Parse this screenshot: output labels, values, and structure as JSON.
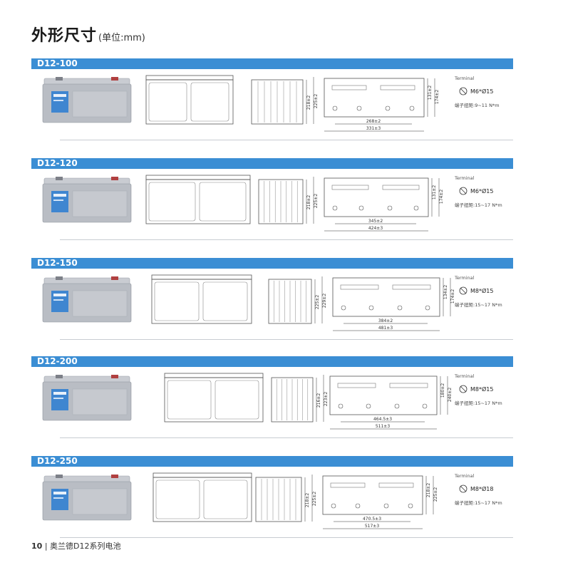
{
  "page": {
    "title": "外形尺寸",
    "unit": "(单位:mm)",
    "footer_page": "10",
    "footer_sep": "|",
    "footer_text": "奥兰德D12系列电池"
  },
  "terminal_label": "Terminal",
  "torque_label": "端子扭矩:",
  "models": [
    {
      "name": "D12-100",
      "terminal": "M6*Ø15",
      "torque": "9~11 N*m",
      "dims": [
        "218±2",
        "225±2",
        "131±2",
        "174±2",
        "268±2",
        "331±3"
      ]
    },
    {
      "name": "D12-120",
      "terminal": "M6*Ø15",
      "torque": "15~17 N*m",
      "dims": [
        "218±2",
        "225±2",
        "131±2",
        "174±2",
        "345±2",
        "424±3"
      ]
    },
    {
      "name": "D12-150",
      "terminal": "M8*Ø15",
      "torque": "15~17 N*m",
      "dims": [
        "225±2",
        "229±2",
        "134±2",
        "174±2",
        "384±2",
        "481±3"
      ]
    },
    {
      "name": "D12-200",
      "terminal": "M8*Ø15",
      "torque": "15~17 N*m",
      "dims": [
        "216±2",
        "223±2",
        "180±2",
        "240±2",
        "464.5±3",
        "511±3"
      ]
    },
    {
      "name": "D12-250",
      "terminal": "M8*Ø18",
      "torque": "15~17 N*m",
      "dims": [
        "218±2",
        "225±2",
        "218±2",
        "225±2",
        "470.5±3",
        "517±3"
      ]
    }
  ]
}
